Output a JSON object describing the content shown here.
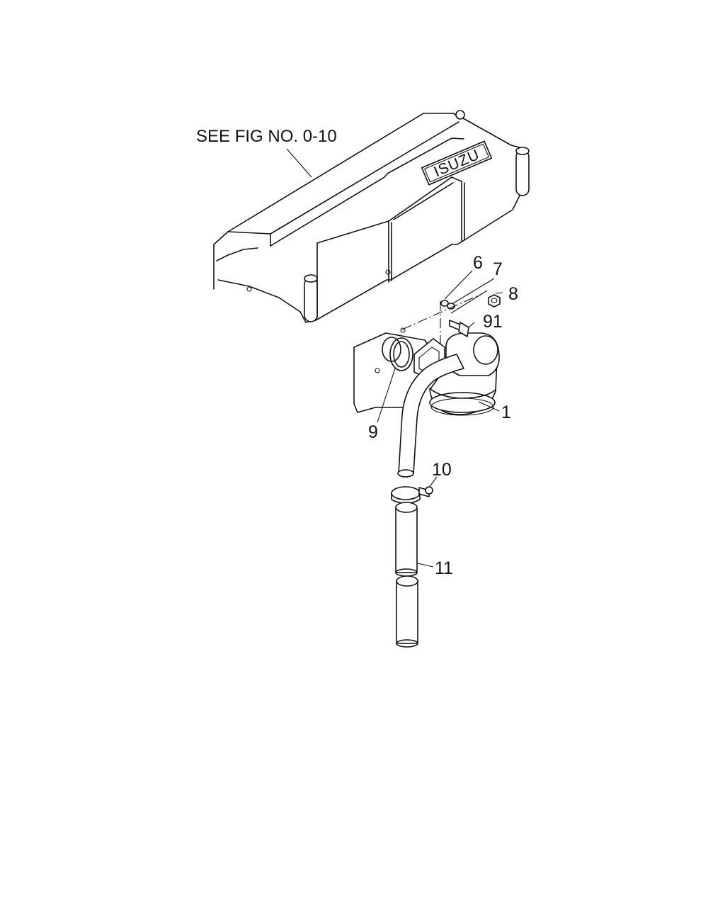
{
  "reference": "SEE FIG NO. 0-10",
  "cover_brand": "ISUZU",
  "callouts": {
    "c1": "1",
    "c6": "6",
    "c7": "7",
    "c8": "8",
    "c9_bolt": "91",
    "c9_ring": "9",
    "c10": "10",
    "c11": "11"
  }
}
